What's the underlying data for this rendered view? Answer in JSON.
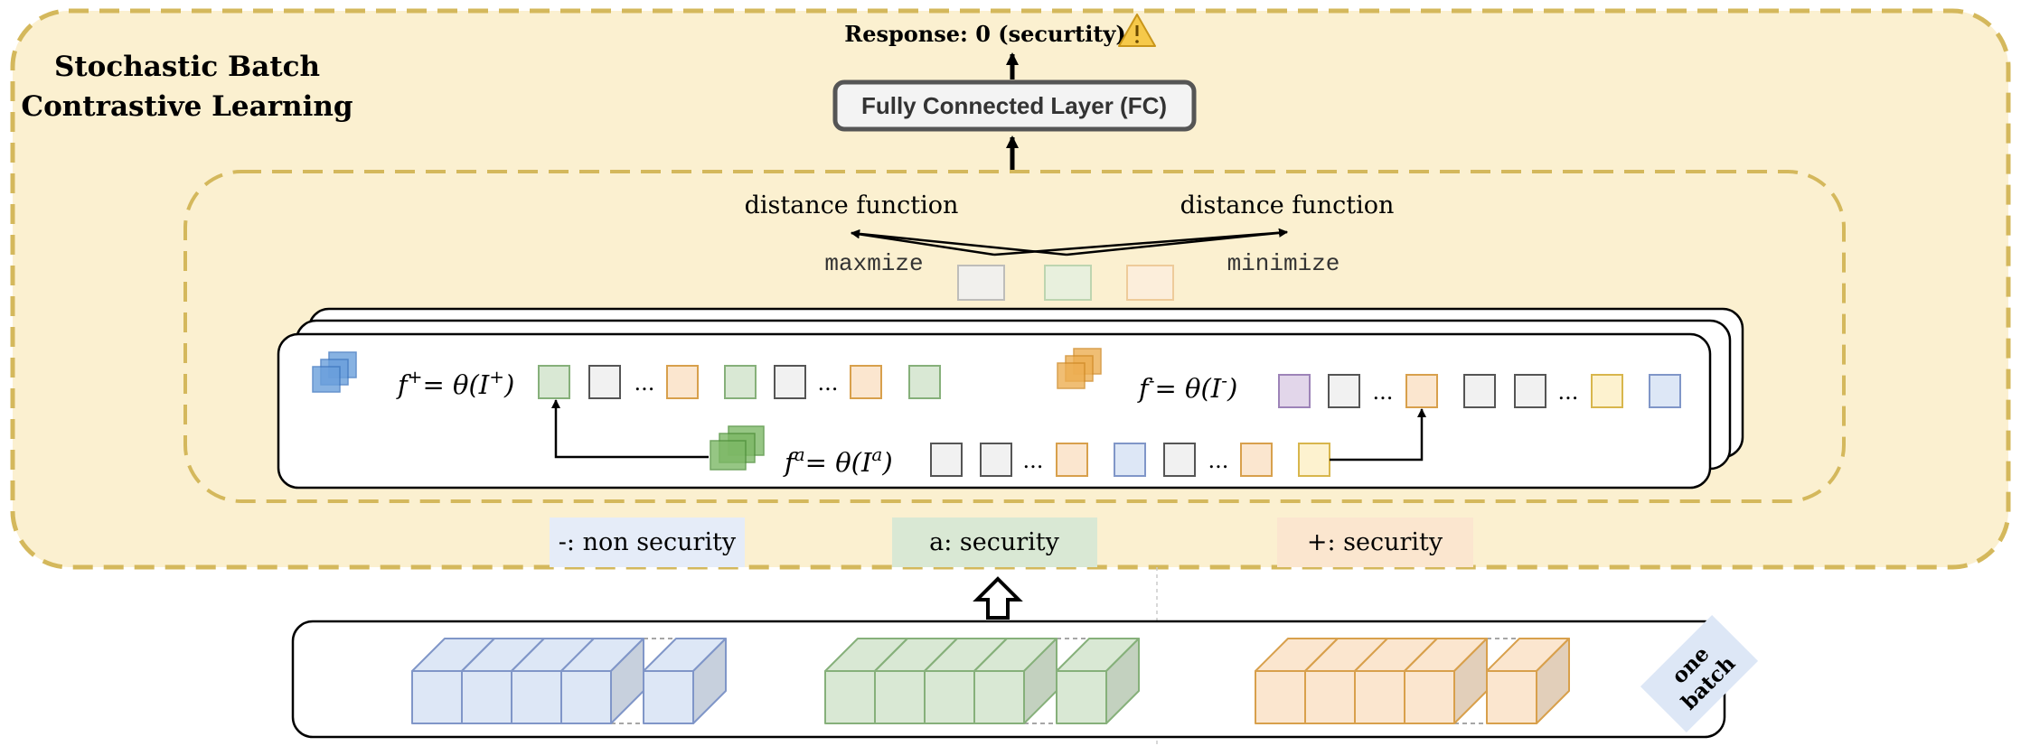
{
  "title_line1": "Stochastic Batch",
  "title_line2": "Contrastive Learning",
  "response_text": "Response: 0 (securtity)",
  "fc_label": "Fully Connected Layer (FC)",
  "distance_left": "distance function",
  "distance_right": "distance function",
  "maxmize": "maxmize",
  "minimize": "minimize",
  "ellipsis": "...",
  "f_plus": {
    "f": "f",
    "sup": "+",
    "eq": "= θ(I",
    "isup": "+",
    "close": ")"
  },
  "f_minus": {
    "f": "f",
    "sup": "-",
    "eq": "= θ(I",
    "isup": "-",
    "close": ")"
  },
  "f_anchor": {
    "f": "f",
    "sup": "a",
    "eq": "= θ(I",
    "isup": "a",
    "close": ")"
  },
  "legend": {
    "neg": "-: non security",
    "anchor": "a: security",
    "pos": "+: security"
  },
  "batch_badge_line1": "one",
  "batch_badge_line2": "batch",
  "colors": {
    "outer_bg": "#fbf0d0",
    "dash": "#d4b85c",
    "blue": "#dde7f6",
    "blue_edge": "#8096c8",
    "green": "#d9e8d4",
    "green_edge": "#86b07a",
    "orange": "#fbe6cf",
    "orange_edge": "#d8a04c",
    "gray": "#f1f1f1",
    "purple": "#e2d6ea",
    "yellow": "#fdf2cf",
    "warning": "#f6c94a"
  }
}
